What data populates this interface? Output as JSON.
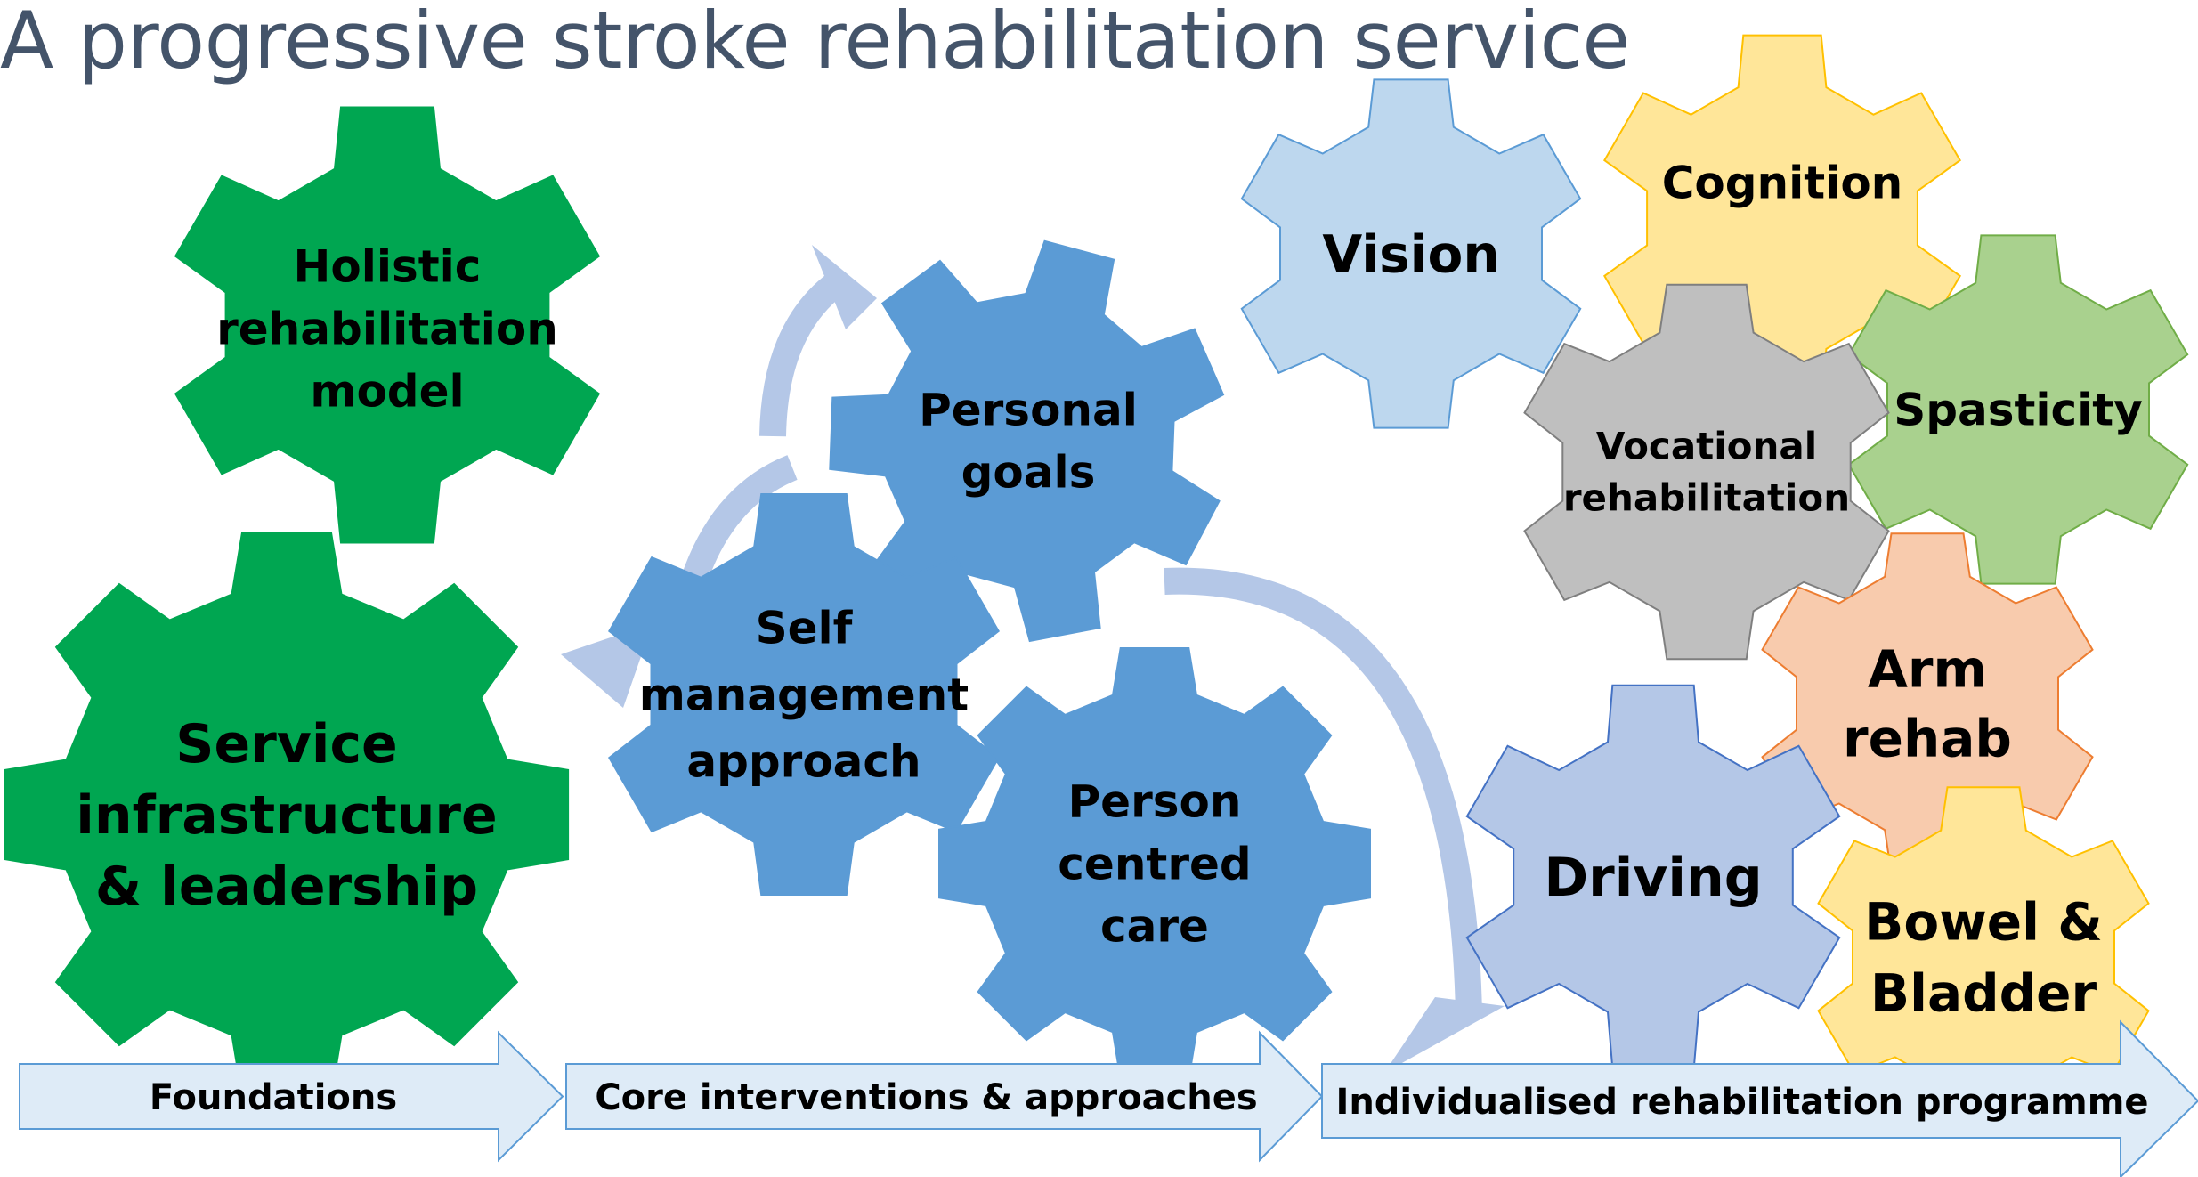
{
  "title": "A progressive stroke rehabilitation service",
  "gears": [
    {
      "id": "holistic",
      "lines": [
        "Holistic",
        "rehabilitation",
        "model"
      ],
      "fill": "#00a651",
      "stroke": "#00a651"
    },
    {
      "id": "service",
      "lines": [
        "Service",
        "infrastructure",
        "& leadership"
      ],
      "fill": "#00a651",
      "stroke": "#00a651"
    },
    {
      "id": "goals",
      "lines": [
        "Personal",
        "goals"
      ],
      "fill": "#5b9bd5",
      "stroke": "#5b9bd5"
    },
    {
      "id": "selfmgmt",
      "lines": [
        "Self",
        "management",
        "approach"
      ],
      "fill": "#5b9bd5",
      "stroke": "#5b9bd5"
    },
    {
      "id": "pcc",
      "lines": [
        "Person",
        "centred",
        "care"
      ],
      "fill": "#5b9bd5",
      "stroke": "#5b9bd5"
    },
    {
      "id": "vision",
      "lines": [
        "Vision"
      ],
      "fill": "#bdd7ee",
      "stroke": "#5b9bd5"
    },
    {
      "id": "cognition",
      "lines": [
        "Cognition"
      ],
      "fill": "#ffe699",
      "stroke": "#ffc000"
    },
    {
      "id": "spasticity",
      "lines": [
        "Spasticity"
      ],
      "fill": "#a9d18e",
      "stroke": "#70ad47"
    },
    {
      "id": "vocational",
      "lines": [
        "Vocational",
        "rehabilitation"
      ],
      "fill": "#bfbfbf",
      "stroke": "#7f7f7f"
    },
    {
      "id": "arm",
      "lines": [
        "Arm",
        "rehab"
      ],
      "fill": "#f8cbad",
      "stroke": "#ed7d31"
    },
    {
      "id": "driving",
      "lines": [
        "Driving"
      ],
      "fill": "#b4c7e7",
      "stroke": "#4472c4"
    },
    {
      "id": "bowel",
      "lines": [
        "Bowel &",
        "Bladder"
      ],
      "fill": "#ffe699",
      "stroke": "#ffc000"
    }
  ],
  "arrows": [
    {
      "id": "foundations",
      "label": "Foundations"
    },
    {
      "id": "core",
      "label": "Core interventions & approaches"
    },
    {
      "id": "individualised",
      "label": "Individualised rehabilitation programme"
    }
  ],
  "colors": {
    "cycle_arrow": "#b4c7e7",
    "phase_arrow_fill": "#deebf7",
    "phase_arrow_stroke": "#5b9bd5",
    "title": "#44546a"
  }
}
